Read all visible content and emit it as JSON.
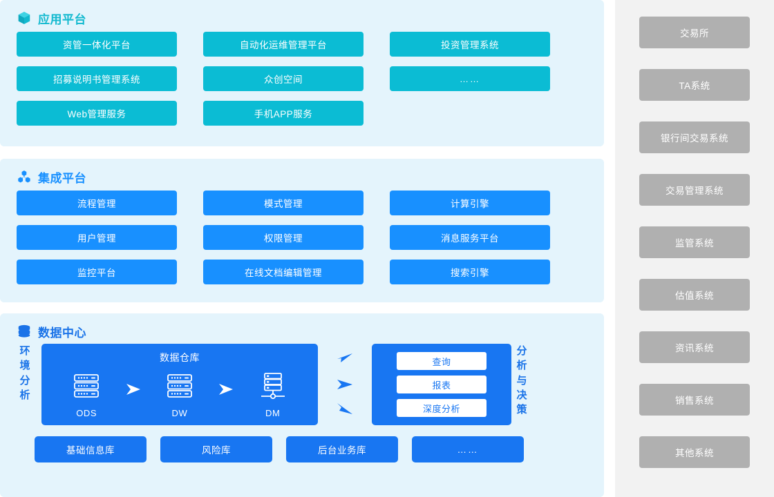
{
  "sections": [
    {
      "id": "app-platform",
      "title": "应用平台",
      "icon": "cube-icon",
      "accent": "#0bbcd4",
      "tiles": [
        "资管一体化平台",
        "自动化运维管理平台",
        "投资管理系统",
        "招募说明书管理系统",
        "众创空间",
        "……",
        "Web管理服务",
        "手机APP服务",
        ""
      ]
    },
    {
      "id": "integration-platform",
      "title": "集成平台",
      "icon": "cubes-cluster-icon",
      "accent": "#1890ff",
      "tiles": [
        "流程管理",
        "模式管理",
        "计算引擎",
        "用户管理",
        "权限管理",
        "消息服务平台",
        "监控平台",
        "在线文档编辑管理",
        "搜索引擎"
      ]
    }
  ],
  "data_center": {
    "title": "数据中心",
    "icon": "database-icon",
    "accent": "#1a73e8",
    "left_label": [
      "环",
      "境",
      "分",
      "析"
    ],
    "right_label": [
      "分",
      "析",
      "与",
      "决",
      "策"
    ],
    "warehouse": {
      "title": "数据仓库",
      "nodes": [
        {
          "label": "ODS",
          "icon": "server-stack-icon"
        },
        {
          "label": "DW",
          "icon": "server-stack-icon"
        },
        {
          "label": "DM",
          "icon": "server-network-icon"
        }
      ],
      "flow_arrows": [
        "arrow-right-icon",
        "arrow-right-icon"
      ]
    },
    "flow_arrows_group": [
      "arrow-up-right-icon",
      "arrow-right-icon",
      "arrow-down-right-icon"
    ],
    "analysis": {
      "items": [
        "查询",
        "报表",
        "深度分析"
      ]
    },
    "databases": [
      "基础信息库",
      "风险库",
      "后台业务库",
      "……"
    ]
  },
  "sidebar": {
    "items": [
      "交易所",
      "TA系统",
      "银行间交易系统",
      "交易管理系统",
      "监管系统",
      "估值系统",
      "资讯系统",
      "销售系统",
      "其他系统"
    ]
  },
  "colors": {
    "panel_bg": "#e4f4fc",
    "teal": "#0bbcd4",
    "blue": "#1890ff",
    "deep_blue": "#1876f2",
    "sidebar_bg": "#f2f2f2",
    "sidebar_tile": "#b0b0b0"
  }
}
